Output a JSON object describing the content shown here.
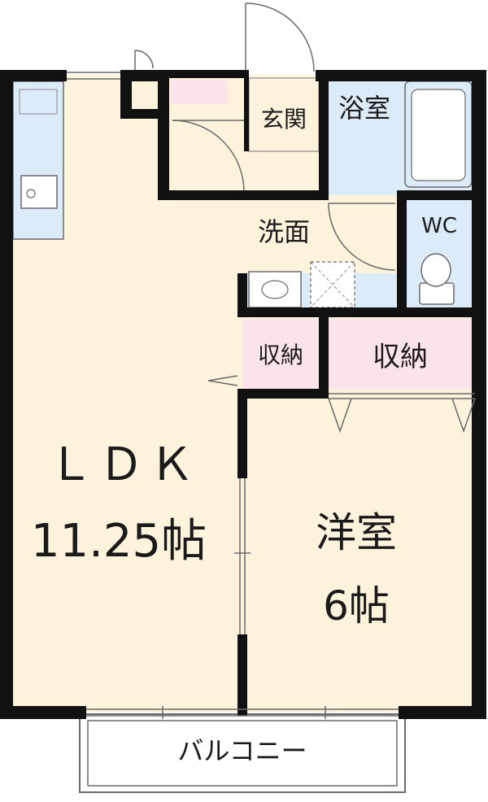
{
  "rooms": {
    "ldk": {
      "name": "ＬＤＫ",
      "size": "11.25帖"
    },
    "western": {
      "name": "洋室",
      "size": "6帖"
    },
    "entrance": "玄関",
    "bath": "浴室",
    "wc": "WC",
    "washroom": "洗面",
    "storage_small": "収納",
    "storage_large": "収納",
    "balcony": "バルコニー"
  },
  "colors": {
    "floor": "#fdf3dd",
    "wet_area": "#dcebf8",
    "storage": "#fbe3ea",
    "wall": "#111111",
    "line": "#6a6a6a"
  }
}
